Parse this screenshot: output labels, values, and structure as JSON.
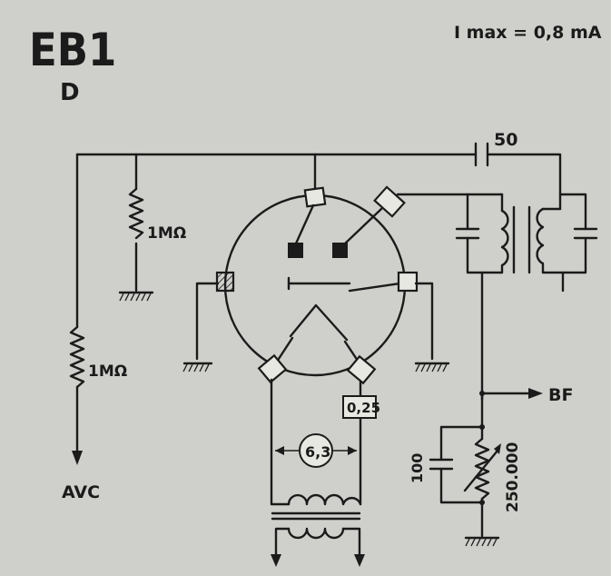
{
  "header": {
    "tube_type": "EB1",
    "base_letter": "D",
    "max_current_label": "I max = 0,8 mA"
  },
  "labels": {
    "coupling_cap": "50",
    "grid_resistor": "1MΩ",
    "avc_resistor": "1MΩ",
    "avc_output": "AVC",
    "bf_output": "BF",
    "heater_voltage": "6,3",
    "heater_current": "0,25",
    "load_cap": "100",
    "load_resistor": "250.000"
  }
}
